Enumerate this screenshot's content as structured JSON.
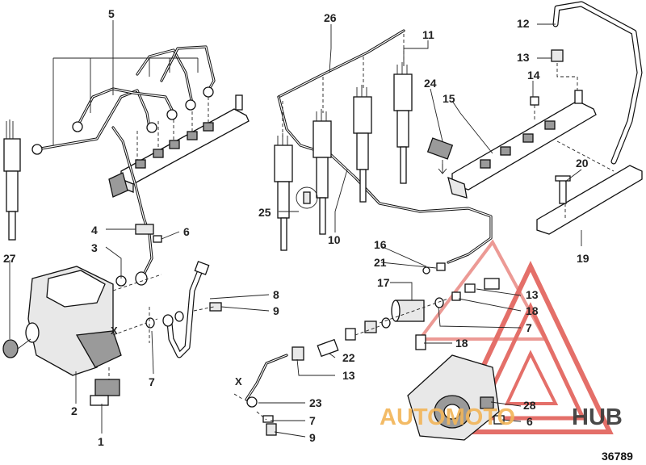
{
  "diagram": {
    "callouts": [
      "1",
      "2",
      "3",
      "4",
      "5",
      "6",
      "7",
      "8",
      "9",
      "10",
      "11",
      "12",
      "13",
      "14",
      "15",
      "16",
      "17",
      "18",
      "19",
      "20",
      "21",
      "22",
      "23",
      "24",
      "25",
      "26",
      "27",
      "28"
    ],
    "labels": {
      "n1": "1",
      "n2": "2",
      "n3": "3",
      "n4": "4",
      "n5": "5",
      "n6a": "6",
      "n6b": "6",
      "n7a": "7",
      "n7b": "7",
      "n7c": "7",
      "n8": "8",
      "n9a": "9",
      "n9b": "9",
      "n10": "10",
      "n11": "11",
      "n12": "12",
      "n13a": "13",
      "n13b": "13",
      "n13c": "13",
      "n14": "14",
      "n15": "15",
      "n16": "16",
      "n17": "17",
      "n18a": "18",
      "n18b": "18",
      "n19": "19",
      "n20": "20",
      "n21": "21",
      "n22": "22",
      "n23": "23",
      "n24": "24",
      "n25": "25",
      "n26": "26",
      "n27": "27",
      "n28": "28",
      "xa": "X",
      "xb": "X"
    },
    "document_number": "36789"
  },
  "watermark": {
    "brand_left": "AUTOMOTO",
    "brand_right": "HUB",
    "colors": {
      "triangle": "#e0574f",
      "brand_left": "#f2b65a",
      "brand_right": "#3a3a3a"
    }
  }
}
